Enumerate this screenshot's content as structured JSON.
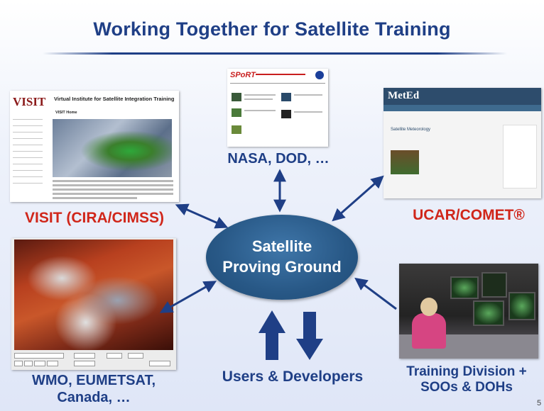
{
  "slide": {
    "title": "Working Together for Satellite Training",
    "page_number": "5"
  },
  "hub": {
    "label_line1": "Satellite",
    "label_line2": "Proving Ground",
    "color": "#285886"
  },
  "nodes": {
    "visit": {
      "label": "VISIT (CIRA/CIMSS)",
      "screenshot": {
        "logo_text": "VISIT",
        "header": "Virtual Institute for Satellite Integration Training",
        "page_heading": "VISIT Home"
      }
    },
    "nasa": {
      "label": "NASA, DOD, …",
      "screenshot": {
        "logo_text": "SPoRT"
      }
    },
    "ucar": {
      "label": "UCAR/COMET®",
      "screenshot": {
        "logo_text": "MetEd",
        "page_heading": "Satellite Meteorology"
      }
    },
    "wmo": {
      "label_line1": "WMO, EUMETSAT,",
      "label_line2": "Canada, …"
    },
    "training": {
      "label_line1": "Training Division +",
      "label_line2": "SOOs & DOHs"
    },
    "users": {
      "label": "Users & Developers"
    }
  },
  "colors": {
    "title": "#1f3f86",
    "red_labels": "#d0261a",
    "blue_labels": "#1f3f86",
    "arrows": "#1f3f86"
  }
}
